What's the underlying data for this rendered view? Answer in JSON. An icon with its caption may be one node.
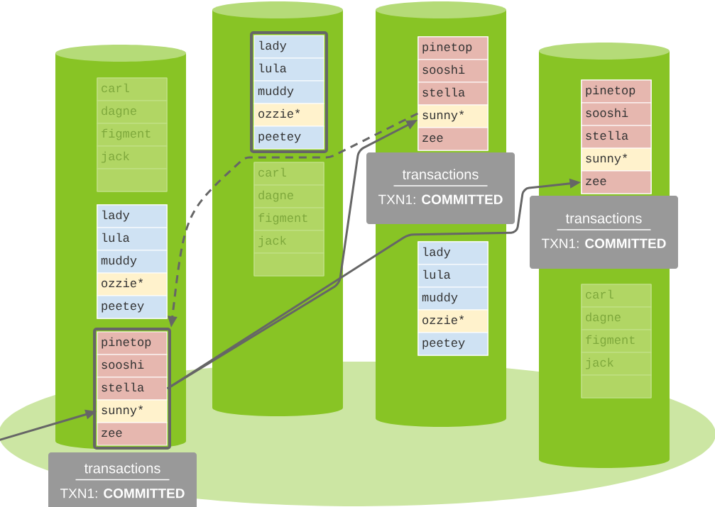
{
  "diagram": {
    "nodes": [
      {
        "text": [],
        "shape": "cylinder"
      },
      {
        "text": [],
        "shape": "box",
        "in": 0
      },
      {
        "text": [
          "carl"
        ],
        "in": 1
      },
      {
        "text": [
          "dagne"
        ],
        "in": 1
      },
      {
        "text": [
          "figment"
        ],
        "in": 1
      },
      {
        "text": [
          "jack"
        ],
        "in": 1
      },
      {
        "text": [],
        "shape": "box",
        "in": 1
      },
      {
        "text": [],
        "shape": "box",
        "in": 0
      },
      {
        "text": [
          "lady"
        ],
        "in": 7
      },
      {
        "text": [
          "lula"
        ],
        "in": 7
      },
      {
        "text": [
          "muddy"
        ],
        "in": 7
      },
      {
        "text": [
          "ozzie*"
        ],
        "in": 7
      },
      {
        "text": [
          "peetey"
        ],
        "in": 7
      },
      {
        "text": [],
        "shape": "box",
        "in": 0
      },
      {
        "text": [
          "pinetop"
        ],
        "in": 13
      },
      {
        "text": [
          "sooshi"
        ],
        "in": 13
      },
      {
        "text": [
          "stella"
        ],
        "in": 13
      },
      {
        "text": [
          "sunny*"
        ],
        "in": 13
      },
      {
        "text": [
          "zee"
        ],
        "in": 13
      },
      {
        "text": [
          "transactions",
          "TXN1: **COMMITTED**"
        ]
      },
      {
        "text": [],
        "shape": "cylinder"
      },
      {
        "text": [],
        "shape": "box",
        "in": 20
      },
      {
        "text": [
          "lady"
        ],
        "in": 21
      },
      {
        "text": [
          "lula"
        ],
        "in": 21
      },
      {
        "text": [
          "muddy"
        ],
        "in": 21
      },
      {
        "text": [
          "ozzie*"
        ],
        "in": 21
      },
      {
        "text": [
          "peetey"
        ],
        "in": 21
      },
      {
        "text": [],
        "shape": "box",
        "in": 20
      },
      {
        "text": [
          "carl"
        ],
        "in": 27
      },
      {
        "text": [
          "dagne"
        ],
        "in": 27
      },
      {
        "text": [
          "figment"
        ],
        "in": 27
      },
      {
        "text": [
          "jack"
        ],
        "in": 27
      },
      {
        "text": [],
        "shape": "box",
        "in": 27
      },
      {
        "text": [],
        "shape": "cylinder"
      },
      {
        "text": [],
        "shape": "box",
        "in": 33
      },
      {
        "text": [
          "pinetop"
        ],
        "in": 34
      },
      {
        "text": [
          "sooshi"
        ],
        "in": 34
      },
      {
        "text": [
          "stella"
        ],
        "in": 34
      },
      {
        "text": [
          "sunny*"
        ],
        "in": 34
      },
      {
        "text": [
          "zee"
        ],
        "in": 34
      },
      {
        "text": [
          "transactions",
          "TXN1: **COMMITTED**"
        ]
      },
      {
        "text": [],
        "shape": "box",
        "in": 33
      },
      {
        "text": [
          "lady"
        ],
        "in": 41
      },
      {
        "text": [
          "lula"
        ],
        "in": 41
      },
      {
        "text": [
          "muddy"
        ],
        "in": 41
      },
      {
        "text": [
          "ozzie*"
        ],
        "in": 41
      },
      {
        "text": [
          "peetey"
        ],
        "in": 41
      },
      {
        "text": [],
        "shape": "cylinder"
      },
      {
        "text": [],
        "shape": "box",
        "in": 47
      },
      {
        "text": [
          "pinetop"
        ],
        "in": 48
      },
      {
        "text": [
          "sooshi"
        ],
        "in": 48
      },
      {
        "text": [
          "stella"
        ],
        "in": 48
      },
      {
        "text": [
          "sunny*"
        ],
        "in": 48
      },
      {
        "text": [
          "zee"
        ],
        "in": 48
      },
      {
        "text": [
          "transactions",
          "TXN1: **COMMITTED**"
        ]
      },
      {
        "text": [],
        "shape": "box",
        "in": 47
      },
      {
        "text": [
          "carl"
        ],
        "in": 55
      },
      {
        "text": [
          "dagne"
        ],
        "in": 55
      },
      {
        "text": [
          "figment"
        ],
        "in": 55
      },
      {
        "text": [
          "jack"
        ],
        "in": 55
      },
      {
        "text": [],
        "shape": "box",
        "in": 55
      }
    ],
    "edges": [
      {
        "from": null,
        "to": 17,
        "arrow": "to"
      },
      {
        "from": 16,
        "to": 38,
        "arrow": "to"
      },
      {
        "from": 16,
        "to": 53,
        "arrow": "to"
      },
      {
        "from": 38,
        "to": 13,
        "arrow": "to",
        "style": "dashed"
      }
    ]
  }
}
